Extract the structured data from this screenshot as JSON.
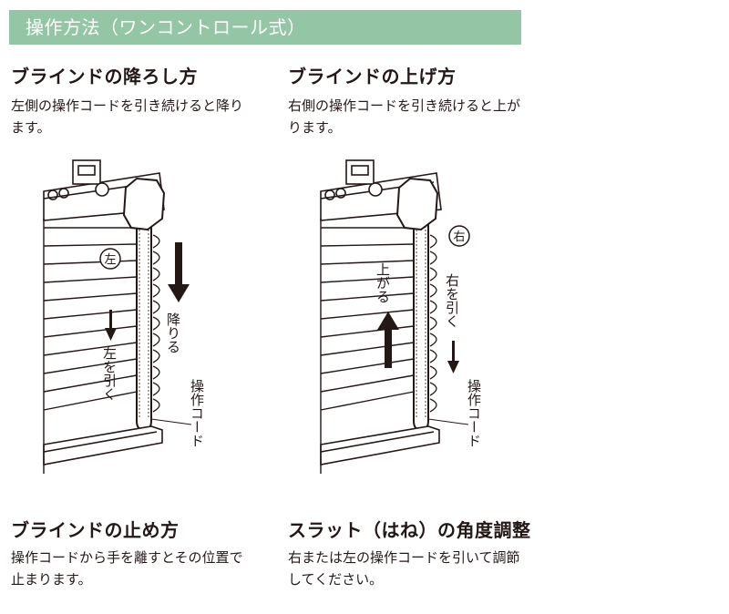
{
  "banner": {
    "title": "操作方法（ワンコントロール式）"
  },
  "sections": {
    "lower": {
      "heading": "ブラインドの降ろし方",
      "text": "左側の操作コードを引き続けると降ります。"
    },
    "raise": {
      "heading": "ブラインドの上げ方",
      "text": "右側の操作コードを引き続けると上がります。"
    },
    "stop": {
      "heading": "ブラインドの止め方",
      "text": "操作コードから手を離すとその位置で止まります。"
    },
    "angle": {
      "heading": "スラット（はね）の角度調整",
      "text": "右または左の操作コードを引いて調節してください。"
    }
  },
  "figure_left": {
    "side_badge": "左",
    "direction_label": "降りる",
    "pull_label": "左を引く",
    "cord_label": "操作コード"
  },
  "figure_right": {
    "side_badge": "右",
    "direction_label": "上がる",
    "pull_label": "右を引く",
    "cord_label": "操作コード"
  }
}
